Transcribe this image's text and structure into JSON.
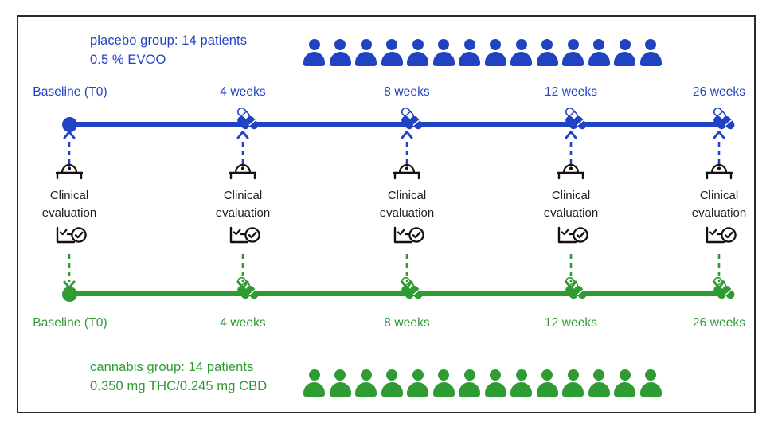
{
  "figure": {
    "kind": "clinical-trial-timeline-diagram",
    "background": "#ffffff",
    "border_color": "#2b2b2b"
  },
  "colors": {
    "placebo_blue": "#2043c4",
    "cannabis_green": "#2e9b33",
    "text_black": "#1f1f1f"
  },
  "placebo_group": {
    "caption_line1": "placebo group: 14 patients",
    "caption_line2": "0.5 % EVOO",
    "patient_count": 14,
    "icon_name": "person-icon",
    "milestones": [
      {
        "label": "Baseline (T0)",
        "marker": "dot"
      },
      {
        "label": "4 weeks",
        "marker": "pills"
      },
      {
        "label": "8 weeks",
        "marker": "pills"
      },
      {
        "label": "12 weeks",
        "marker": "pills"
      },
      {
        "label": "26 weeks",
        "marker": "pills"
      }
    ]
  },
  "cannabis_group": {
    "caption_line1": "cannabis group: 14 patients",
    "caption_line2": "0.350 mg THC/0.245 mg CBD",
    "patient_count": 14,
    "icon_name": "person-icon",
    "milestones": [
      {
        "label": "Baseline (T0)",
        "marker": "dot"
      },
      {
        "label": "4 weeks",
        "marker": "pills"
      },
      {
        "label": "8 weeks",
        "marker": "pills"
      },
      {
        "label": "12 weeks",
        "marker": "pills"
      },
      {
        "label": "26 weeks",
        "marker": "pills"
      }
    ]
  },
  "evaluations": [
    {
      "line1": "Clinical",
      "line2": "evaluation"
    },
    {
      "line1": "Clinical",
      "line2": "evaluation"
    },
    {
      "line1": "Clinical",
      "line2": "evaluation"
    },
    {
      "line1": "Clinical",
      "line2": "evaluation"
    },
    {
      "line1": "Clinical",
      "line2": "evaluation"
    }
  ],
  "icons": {
    "exam_table": "exam-table-icon",
    "checklist": "checklist-check-icon",
    "pills": "pills-icon",
    "person": "person-icon",
    "arrow_up": "dashed-arrow-up-icon",
    "arrow_down": "dashed-arrow-down-icon"
  }
}
